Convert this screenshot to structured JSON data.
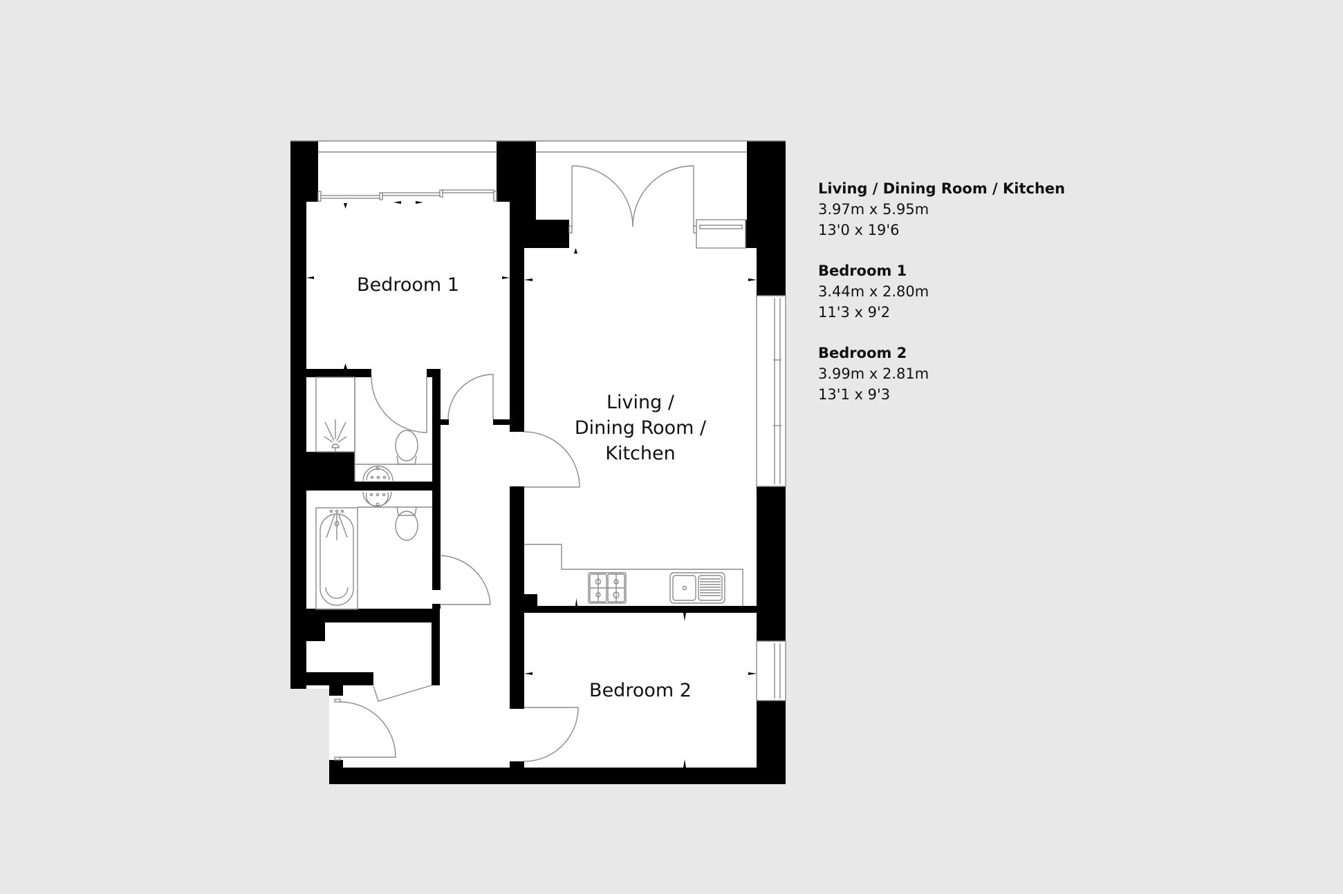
{
  "floorplan": {
    "rooms": [
      {
        "id": "living",
        "label_lines": [
          "Living /",
          "Dining Room /",
          "Kitchen"
        ]
      },
      {
        "id": "bedroom1",
        "label_lines": [
          "Bedroom 1"
        ]
      },
      {
        "id": "bedroom2",
        "label_lines": [
          "Bedroom 2"
        ]
      }
    ],
    "fixtures": [
      "shower",
      "wc",
      "basin",
      "bath",
      "hob",
      "sink",
      "double-doors",
      "sliding-door",
      "windows"
    ]
  },
  "legend": [
    {
      "title": "Living / Dining Room / Kitchen",
      "metric": "3.97m x 5.95m",
      "imperial": "13'0 x 19'6"
    },
    {
      "title": "Bedroom 1",
      "metric": "3.44m x 2.80m",
      "imperial": "11'3 x 9'2"
    },
    {
      "title": "Bedroom 2",
      "metric": "3.99m x 2.81m",
      "imperial": "13'1 x 9'3"
    }
  ],
  "colors": {
    "background": "#e8e8e8",
    "wall": "#000000",
    "floor": "#ffffff",
    "fixture_line": "#8a8a8a"
  }
}
